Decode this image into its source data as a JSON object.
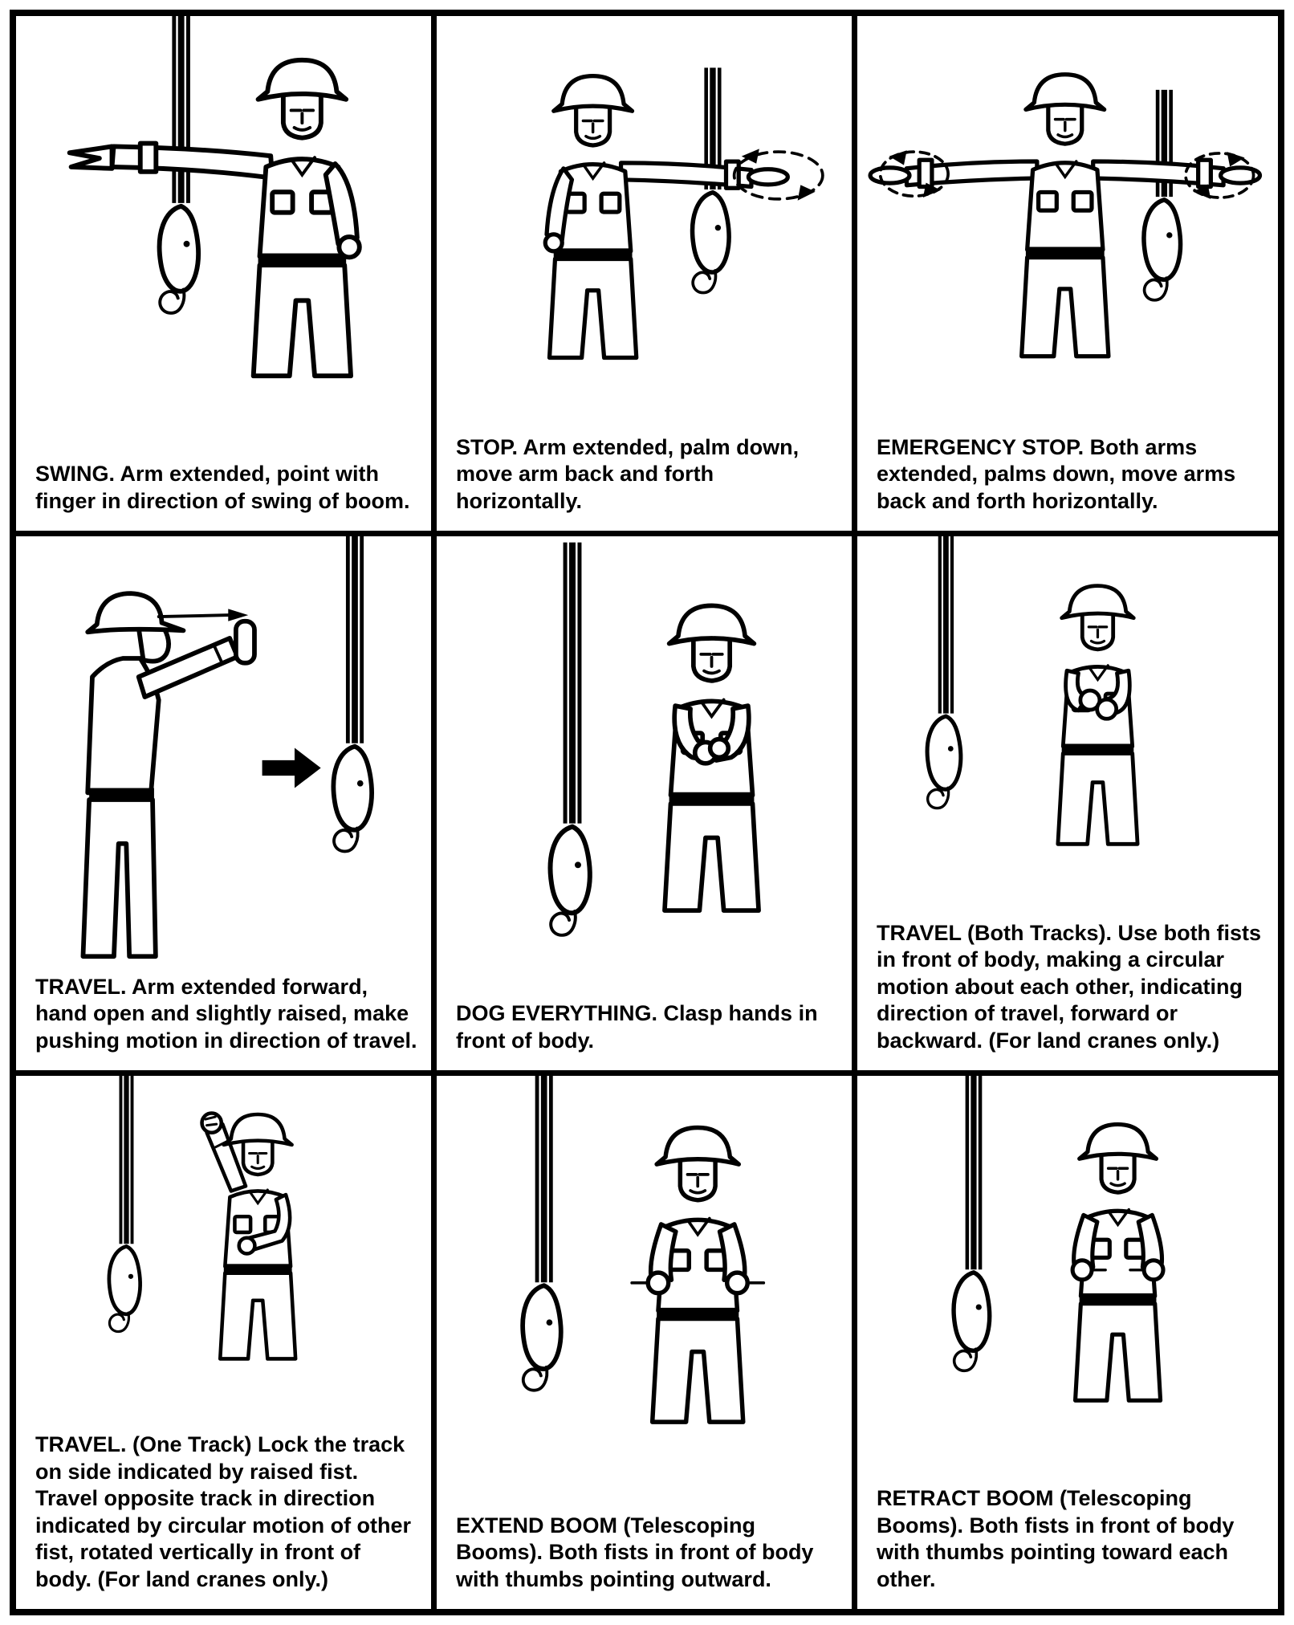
{
  "page": {
    "kind": "crane-hand-signal-chart",
    "ink_color": "#000000",
    "paper_color": "#ffffff"
  },
  "cells": [
    {
      "signal": "SWING",
      "caption": "SWING. Arm extended, point with finger in direction of swing of boom.",
      "scene": "worker facing front, arm extended pointing left, hoist line and hook block at left"
    },
    {
      "signal": "STOP",
      "caption": "STOP. Arm extended, palm down, move arm back and forth horizontally.",
      "scene": "worker facing front, arm extended right palm down, dashed motion ellipse with arrows, hoist line and hook block at right"
    },
    {
      "signal": "EMERGENCY STOP",
      "caption": "EMERGENCY STOP. Both arms extended, palms down, move arms back and forth horizontally.",
      "scene": "worker facing front, both arms extended, dashed motion ellipses with arrows at both hands, hoist line and hook block at right"
    },
    {
      "signal": "TRAVEL",
      "caption": "TRAVEL. Arm extended forward, hand open and slightly raised, make pushing motion in direction of travel.",
      "scene": "worker in profile facing right pushing forward, thin arrow over arm, bold arrow pointing right, hoist line and hook block at right"
    },
    {
      "signal": "DOG EVERYTHING",
      "caption": "DOG EVERYTHING. Clasp hands in front of body.",
      "scene": "worker facing front with hands clasped at chest, hoist line and hook block at left"
    },
    {
      "signal": "TRAVEL (Both Tracks)",
      "caption": "TRAVEL (Both Tracks). Use both fists in front of body, making a circular motion about each other, indicating direction of travel, forward or backward. (For land cranes only.)",
      "scene": "worker facing front with two fists circling in front of chest, hoist line and hook block at left"
    },
    {
      "signal": "TRAVEL (One Track)",
      "caption": "TRAVEL. (One Track) Lock the track on side indicated by raised fist. Travel opposite track in direction indicated by circular motion of other fist, rotated vertically in front of body. (For land cranes only.)",
      "scene": "worker facing front with one fist raised high and other fist at waist, hoist line and hook block at left"
    },
    {
      "signal": "EXTEND BOOM (Telescoping Booms)",
      "caption": "EXTEND BOOM (Telescoping Booms). Both fists in front of body with thumbs pointing outward.",
      "scene": "worker facing front, both fists at waist with thumbs pointing outward, hoist line and hook block at left"
    },
    {
      "signal": "RETRACT BOOM (Telescoping Booms)",
      "caption": "RETRACT BOOM (Telescoping Booms). Both fists in front of body with thumbs pointing toward each other.",
      "scene": "worker facing front, both fists at waist with thumbs pointing toward each other, hoist line and hook block at left"
    }
  ]
}
